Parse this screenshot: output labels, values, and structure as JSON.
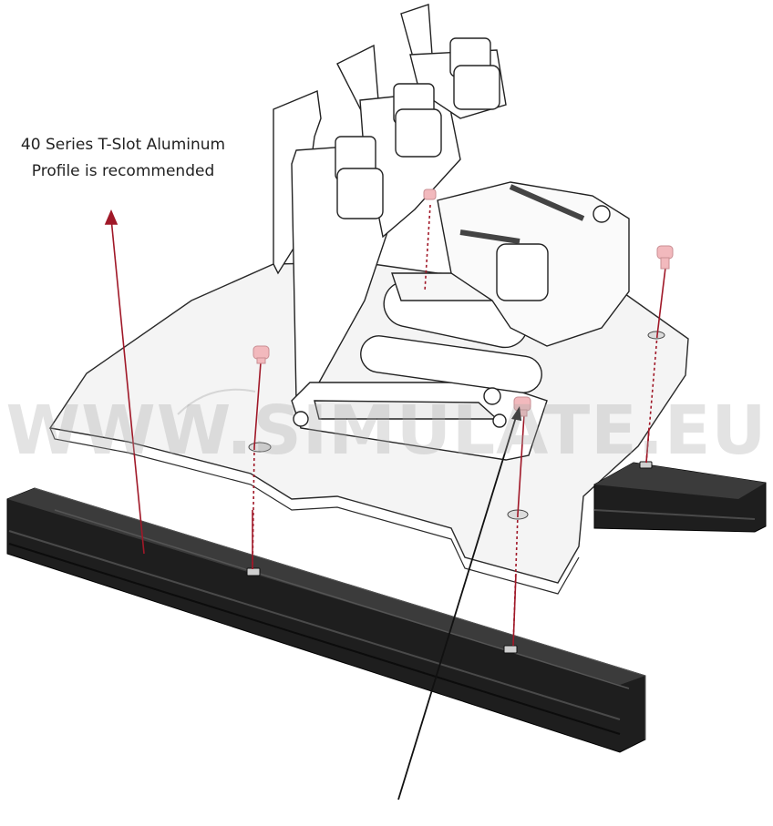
{
  "callout": {
    "line1": "40 Series T-Slot Aluminum",
    "line2": "Profile is recommended"
  },
  "watermark": "WWW.SIMULATE.EU",
  "colors": {
    "leader_line": "#a01828",
    "bolt": "#f2b9bd",
    "rail": "#1e1e1e",
    "plate": "#f4f4f4",
    "pointer": "#111111"
  },
  "icons": [
    "pedal-assembly-illustration",
    "bolt-icon",
    "t-nut-icon",
    "aluminum-rail-illustration"
  ]
}
